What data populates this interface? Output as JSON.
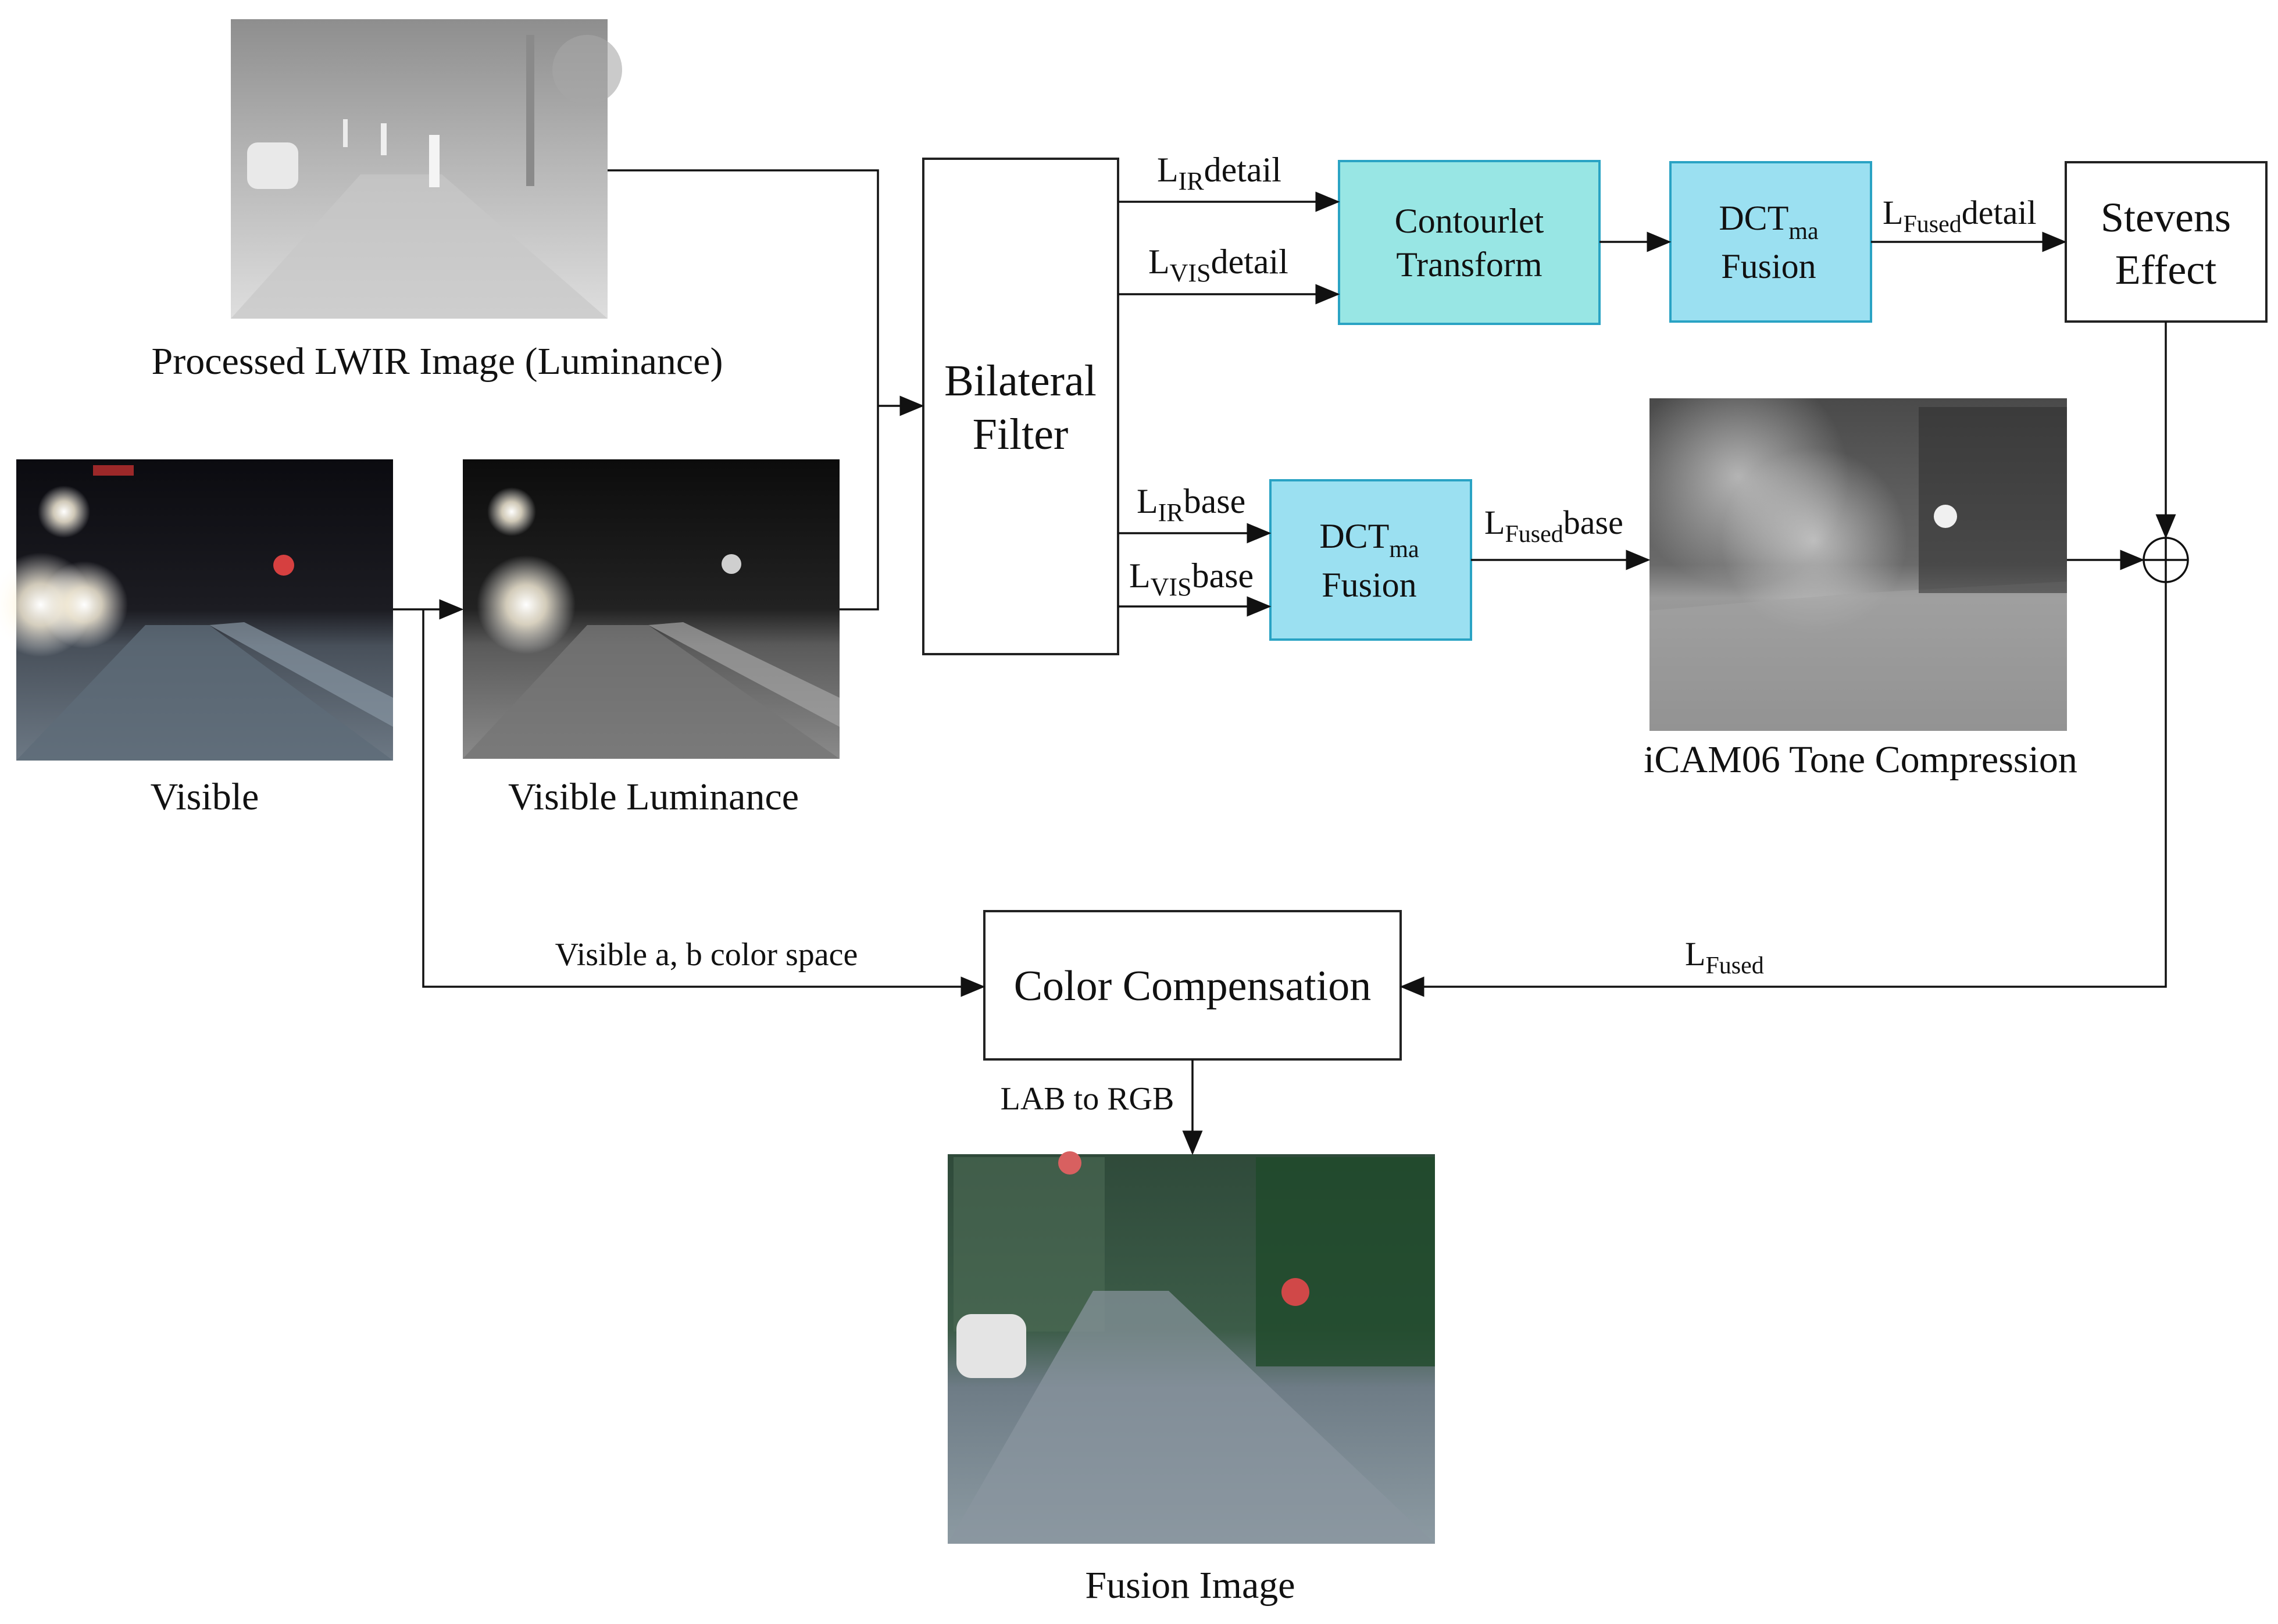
{
  "nodes": {
    "bilateral": {
      "line1": "Bilateral",
      "line2": "Filter"
    },
    "contourlet": {
      "line1": "Contourlet",
      "line2": "Transform"
    },
    "dct_detail": {
      "main": "DCT",
      "sub": "ma",
      "line2": "Fusion"
    },
    "dct_base": {
      "main": "DCT",
      "sub": "ma",
      "line2": "Fusion"
    },
    "stevens": {
      "line1": "Stevens",
      "line2": "Effect"
    },
    "color_comp": {
      "label": "Color Compensation"
    }
  },
  "images": {
    "lwir": {
      "caption": "Processed LWIR Image (Luminance)"
    },
    "visible": {
      "caption": "Visible"
    },
    "visible_lum": {
      "caption": "Visible Luminance"
    },
    "icam": {
      "caption": "iCAM06 Tone Compression"
    },
    "fusion": {
      "caption": "Fusion Image"
    }
  },
  "edges": {
    "lir_detail": {
      "main": "L",
      "sub": "IR",
      "suffix": "detail"
    },
    "lvis_detail": {
      "main": "L",
      "sub": "VIS",
      "suffix": "detail"
    },
    "lfused_detail": {
      "main": "L",
      "sub": "Fused",
      "suffix": "detail"
    },
    "lir_base": {
      "main": "L",
      "sub": "IR",
      "suffix": "base"
    },
    "lvis_base": {
      "main": "L",
      "sub": "VIS",
      "suffix": "base"
    },
    "lfused_base": {
      "main": "L",
      "sub": "Fused",
      "suffix": "base"
    },
    "lfused": {
      "main": "L",
      "sub": "Fused"
    },
    "visible_ab": {
      "label": "Visible a, b color space"
    },
    "lab_rgb": {
      "label": "LAB to RGB"
    }
  },
  "colors": {
    "contourlet_fill": "#98e6e4",
    "dct_fill": "#9be0f1",
    "box_stroke": "#2aa3c4"
  }
}
